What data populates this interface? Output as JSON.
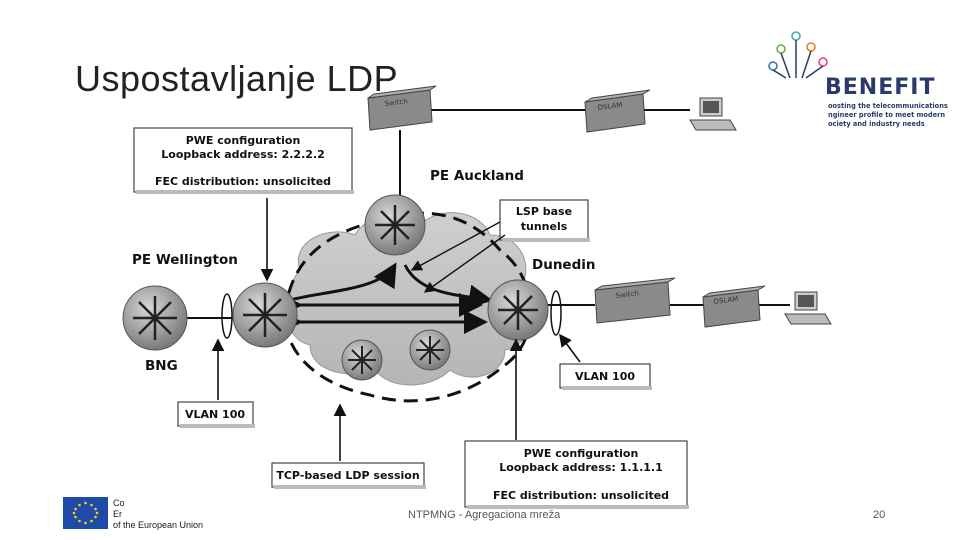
{
  "slide": {
    "title": "Uspostavljanje LDP",
    "footer": "NTPMNG - Agregaciona mreža",
    "page_number": "20"
  },
  "logo": {
    "name": "BENEFIT",
    "tagline": [
      "oosting the telecommunications",
      "ngineer profile to meet modern",
      "ociety and industry needs"
    ]
  },
  "eu": {
    "lines": [
      "Co",
      "Er",
      "of the European Union"
    ]
  },
  "diagram": {
    "pwe_top": {
      "title": "PWE configuration",
      "loopback": "Loopback address: 2.2.2.2",
      "fec": "FEC distribution: unsolicited"
    },
    "pwe_bottom": {
      "title": "PWE configuration",
      "loopback": "Loopback address: 1.1.1.1",
      "fec": "FEC distribution: unsolicited"
    },
    "pe_auckland": "PE Auckland",
    "pe_wellington": "PE Wellington",
    "dunedin": "Dunedin",
    "bng": "BNG",
    "lsp_box": [
      "LSP base",
      "tunnels"
    ],
    "vlan_left": "VLAN 100",
    "vlan_right": "VLAN 100",
    "tcp_box": "TCP-based LDP session",
    "switch": "Switch",
    "dslam": "DSLAM"
  }
}
